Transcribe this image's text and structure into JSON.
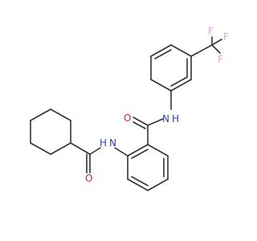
{
  "molecule": {
    "atom_labels": {
      "F_top": "F",
      "F_right_top": "F",
      "F_right_bottom": "F",
      "N_amide_upper": "N",
      "H_amide_upper": "H",
      "O_amide_upper": "O",
      "N_amide_lower": "N",
      "H_amide_lower": "H",
      "O_amide_lower": "O"
    },
    "colors": {
      "bond": "#333333",
      "nitrogen": "#2a3dd6",
      "oxygen": "#e0202a",
      "fluorine": "#e0a0d8"
    }
  }
}
